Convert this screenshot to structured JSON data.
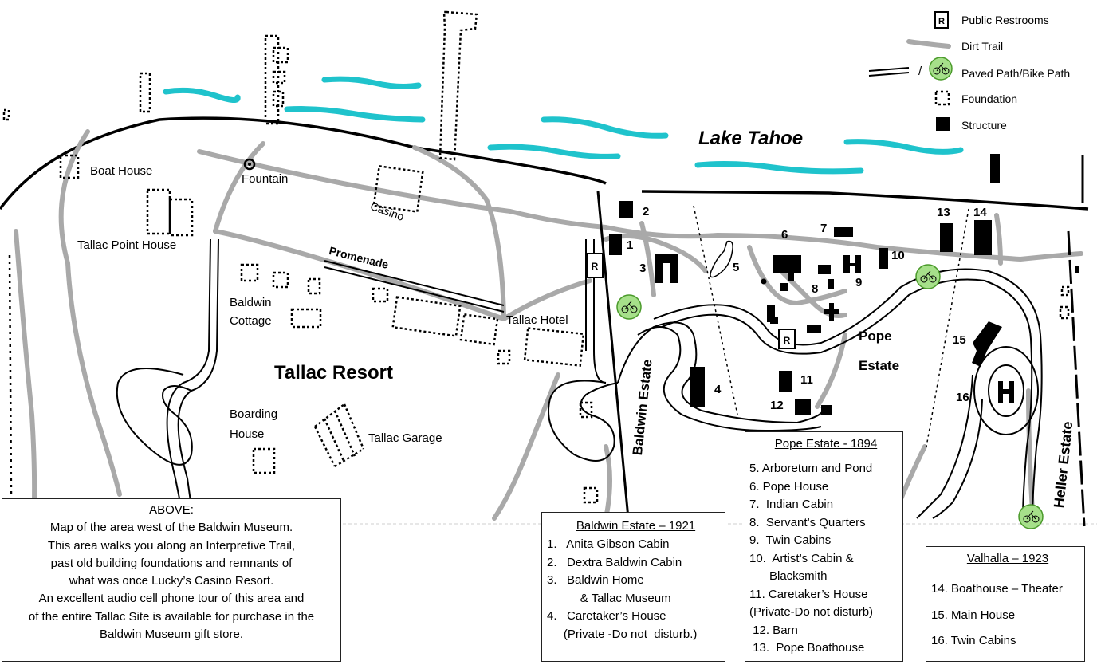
{
  "legend": {
    "restroom_symbol": "R",
    "items": [
      {
        "icon": "restroom-icon",
        "label": "Public Restrooms"
      },
      {
        "icon": "dirt-trail-icon",
        "label": "Dirt Trail"
      },
      {
        "icon": "paved-path-icon",
        "label": "Paved Path/Bike Path"
      },
      {
        "icon": "foundation-icon",
        "label": "Foundation"
      },
      {
        "icon": "structure-icon",
        "label": "Structure"
      }
    ],
    "separator": "/"
  },
  "map_labels": {
    "lake": "Lake Tahoe",
    "boat_house": "Boat House",
    "fountain": "Fountain",
    "casino": "Casino",
    "tallac_point_house": "Tallac Point House",
    "promenade": "Promenade",
    "baldwin_cottage_1": "Baldwin",
    "baldwin_cottage_2": "Cottage",
    "tallac_hotel": "Tallac Hotel",
    "tallac_resort": "Tallac Resort",
    "boarding_house_1": "Boarding",
    "boarding_house_2": "House",
    "tallac_garage": "Tallac Garage",
    "baldwin_estate": "Baldwin Estate",
    "pope_estate_1": "Pope",
    "pope_estate_2": "Estate",
    "heller_estate": "Heller Estate",
    "restroom_marker": "R"
  },
  "numbers": [
    "1",
    "2",
    "3",
    "4",
    "5",
    "6",
    "7",
    "8",
    "9",
    "10",
    "11",
    "12",
    "13",
    "14",
    "15",
    "16"
  ],
  "above_box": {
    "lines": [
      "ABOVE:",
      "Map of the area west of the Baldwin Museum.",
      "This area walks you along an Interpretive Trail,",
      "past old building foundations and remnants of",
      "what was once Lucky’s Casino Resort.",
      "An excellent audio cell phone tour of this area and",
      "of the entire Tallac Site is available for purchase in the",
      "Baldwin Museum gift store."
    ]
  },
  "baldwin_box": {
    "title": "Baldwin Estate – 1921",
    "lines": [
      "1.   Anita Gibson Cabin",
      "2.   Dextra Baldwin Cabin",
      "3.   Baldwin Home",
      "          & Tallac Museum",
      "4.   Caretaker’s House",
      "     (Private -Do not  disturb.)"
    ]
  },
  "pope_box": {
    "title": "Pope Estate -  1894",
    "lines": [
      "5. Arboretum and Pond",
      "6. Pope House",
      "7.  Indian Cabin",
      "8.  Servant’s Quarters",
      "9.  Twin Cabins",
      "10.  Artist’s Cabin &",
      "      Blacksmith",
      "11. Caretaker’s House",
      "(Private-Do not disturb)",
      " 12. Barn",
      " 13.  Pope Boathouse"
    ]
  },
  "valhalla_box": {
    "title": "Valhalla – 1923",
    "lines": [
      "14. Boathouse – Theater",
      "15. Main House",
      "16. Twin Cabins"
    ]
  },
  "colors": {
    "water": "#1fc3cc",
    "dirt_trail": "#a9a9a9",
    "bike_icon_fill": "#a6e08a",
    "bike_icon_stroke": "#4a9a2a",
    "structure": "#000000"
  }
}
